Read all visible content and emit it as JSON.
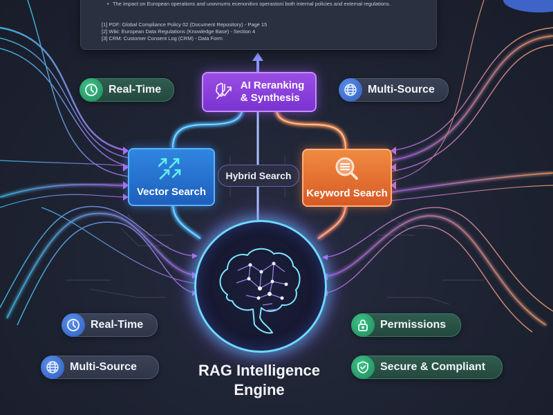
{
  "doc_card": {
    "bullet": "The impact on European operations and unovnums ecenonitivs operastoni both internal policies and external regulations.",
    "citations": [
      "[1] PDF: Global Compliance Policy 02 (Document Repository) - Page 15",
      "[2] Wiki: European Data Regulations (Knowledge Base) - Section 4",
      "[3] CRM: Customer Consent Log (CRM) - Data Form"
    ]
  },
  "badges": {
    "top_left": {
      "label": "Real-Time",
      "icon": "clock-icon"
    },
    "top_right": {
      "label": "Multi-Source",
      "icon": "globe-icon"
    },
    "bottom_left_1": {
      "label": "Real-Time",
      "icon": "clock-icon"
    },
    "bottom_left_2": {
      "label": "Multi-Source",
      "icon": "globe-icon"
    },
    "bottom_right_1": {
      "label": "Permissions",
      "icon": "lock-icon"
    },
    "bottom_right_2": {
      "label": "Secure & Compliant",
      "icon": "shield-check-icon"
    }
  },
  "nodes": {
    "rerank": {
      "line1": "AI Reranking",
      "line2": "& Synthesis",
      "icon": "brain-growth-icon"
    },
    "vector": {
      "label": "Vector Search",
      "icon": "vector-arrows-icon"
    },
    "keyword": {
      "label": "Keyword Search",
      "icon": "magnifier-icon"
    },
    "hybrid": {
      "label": "Hybrid Search"
    },
    "engine": {
      "icon": "brain-icon"
    }
  },
  "title": {
    "line1": "RAG Intelligence",
    "line2": "Engine"
  },
  "colors": {
    "background": "#1e2433",
    "vector_blue": "#2f86e0",
    "keyword_orange": "#e8763a",
    "rerank_purple": "#8a40dc",
    "green_badge": "#2a9a6a",
    "blue_badge": "#3d74d6",
    "cyan_glow": "#6fd8ff",
    "violet_glow": "#b070ff"
  }
}
